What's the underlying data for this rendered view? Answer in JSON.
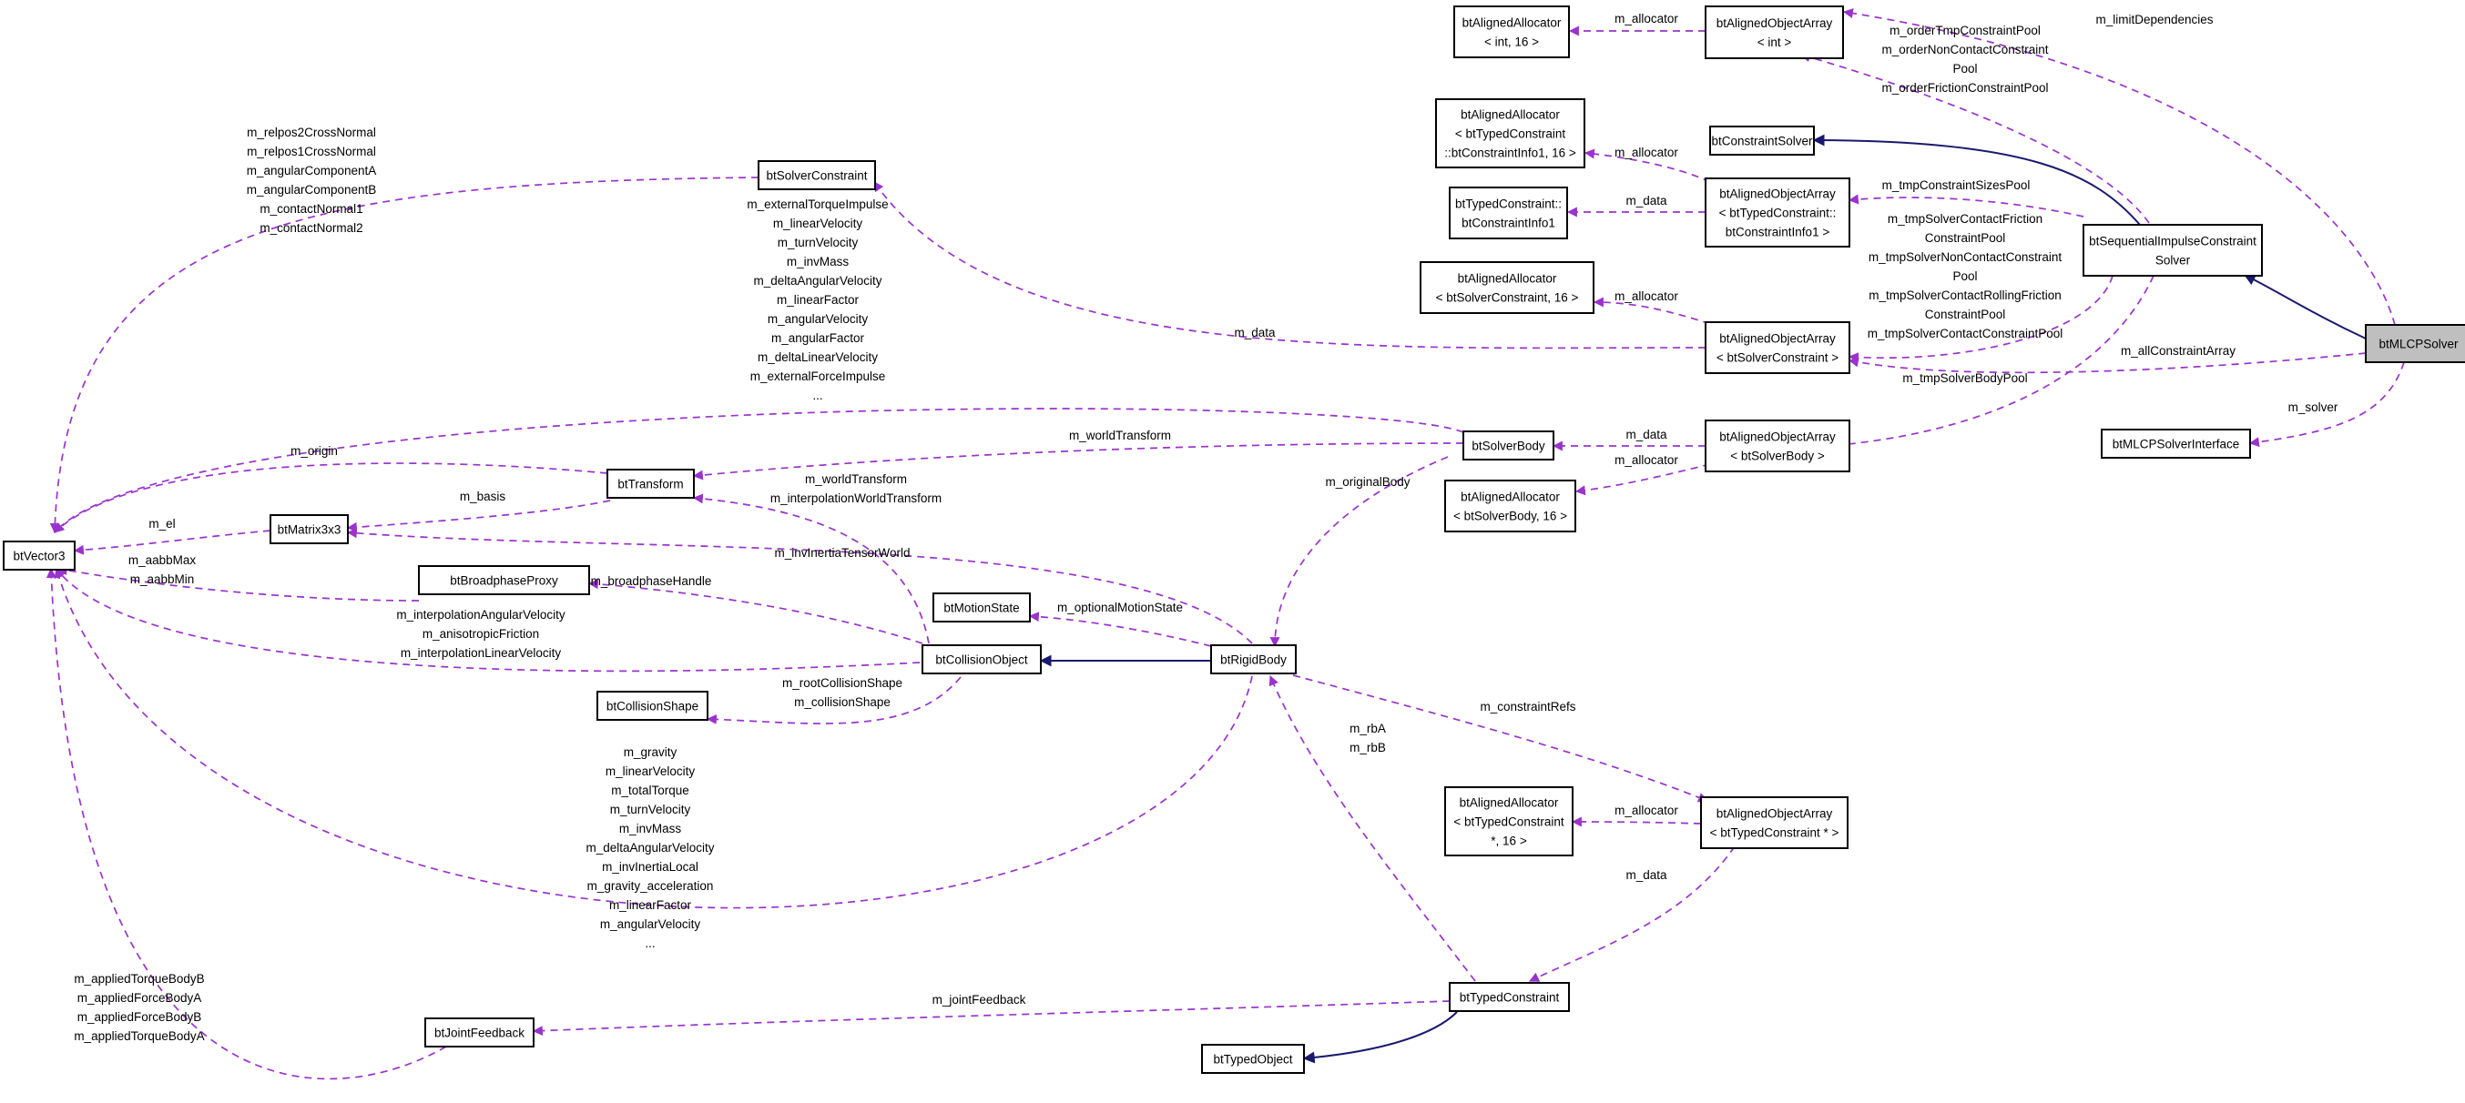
{
  "nodes": [
    {
      "id": "btMLCPSolver",
      "lines": [
        "btMLCPSolver"
      ],
      "focus": true
    },
    {
      "id": "btMLCPSolverInterface",
      "lines": [
        "btMLCPSolverInterface"
      ]
    },
    {
      "id": "btSequentialImpulseConstraintSolver",
      "lines": [
        "btSequentialImpulseConstraint",
        "Solver"
      ]
    },
    {
      "id": "btConstraintSolver",
      "lines": [
        "btConstraintSolver"
      ]
    },
    {
      "id": "btAlignedObjectArray_int",
      "lines": [
        "btAlignedObjectArray",
        "< int >"
      ]
    },
    {
      "id": "btAlignedAllocator_int",
      "lines": [
        "btAlignedAllocator",
        "< int, 16 >"
      ]
    },
    {
      "id": "btAlignedAllocator_ci1",
      "lines": [
        "btAlignedAllocator",
        "< btTypedConstraint",
        "::btConstraintInfo1, 16 >"
      ]
    },
    {
      "id": "btAlignedObjectArray_ci1",
      "lines": [
        "btAlignedObjectArray",
        "< btTypedConstraint::",
        "btConstraintInfo1 >"
      ]
    },
    {
      "id": "btConstraintInfo1",
      "lines": [
        "btTypedConstraint::",
        "btConstraintInfo1"
      ]
    },
    {
      "id": "btAlignedAllocator_sc",
      "lines": [
        "btAlignedAllocator",
        "< btSolverConstraint, 16 >"
      ]
    },
    {
      "id": "btAlignedObjectArray_sc",
      "lines": [
        "btAlignedObjectArray",
        "< btSolverConstraint >"
      ]
    },
    {
      "id": "btSolverConstraint",
      "lines": [
        "btSolverConstraint"
      ]
    },
    {
      "id": "btAlignedObjectArray_sb",
      "lines": [
        "btAlignedObjectArray",
        "< btSolverBody >"
      ]
    },
    {
      "id": "btAlignedAllocator_sb",
      "lines": [
        "btAlignedAllocator",
        "< btSolverBody, 16 >"
      ]
    },
    {
      "id": "btSolverBody",
      "lines": [
        "btSolverBody"
      ]
    },
    {
      "id": "btTransform",
      "lines": [
        "btTransform"
      ]
    },
    {
      "id": "btMatrix3x3",
      "lines": [
        "btMatrix3x3"
      ]
    },
    {
      "id": "btVector3",
      "lines": [
        "btVector3"
      ]
    },
    {
      "id": "btBroadphaseProxy",
      "lines": [
        "btBroadphaseProxy"
      ]
    },
    {
      "id": "btMotionState",
      "lines": [
        "btMotionState"
      ]
    },
    {
      "id": "btCollisionObject",
      "lines": [
        "btCollisionObject"
      ]
    },
    {
      "id": "btRigidBody",
      "lines": [
        "btRigidBody"
      ]
    },
    {
      "id": "btCollisionShape",
      "lines": [
        "btCollisionShape"
      ]
    },
    {
      "id": "btAlignedAllocator_tc",
      "lines": [
        "btAlignedAllocator",
        "< btTypedConstraint",
        "*, 16 >"
      ]
    },
    {
      "id": "btAlignedObjectArray_tc",
      "lines": [
        "btAlignedObjectArray",
        "< btTypedConstraint * >"
      ]
    },
    {
      "id": "btTypedConstraint",
      "lines": [
        "btTypedConstraint"
      ]
    },
    {
      "id": "btJointFeedback",
      "lines": [
        "btJointFeedback"
      ]
    },
    {
      "id": "btTypedObject",
      "lines": [
        "btTypedObject"
      ]
    }
  ],
  "edge_labels": [
    {
      "id": "lbl-limitDependencies",
      "lines": [
        "m_limitDependencies"
      ]
    },
    {
      "id": "lbl-aoa-int-allocator",
      "lines": [
        "m_allocator"
      ]
    },
    {
      "id": "lbl-pools-int",
      "lines": [
        "m_orderTmpConstraintPool",
        "m_orderNonContactConstraint",
        "Pool",
        "m_orderFrictionConstraintPool"
      ]
    },
    {
      "id": "lbl-aoa-ci1-allocator",
      "lines": [
        "m_allocator"
      ]
    },
    {
      "id": "lbl-aoa-ci1-data",
      "lines": [
        "m_data"
      ]
    },
    {
      "id": "lbl-sizes-pool",
      "lines": [
        "m_tmpConstraintSizesPool"
      ]
    },
    {
      "id": "lbl-aoa-sc-allocator",
      "lines": [
        "m_allocator"
      ]
    },
    {
      "id": "lbl-pools-sc",
      "lines": [
        "m_tmpSolverContactFriction",
        "ConstraintPool",
        "m_tmpSolverNonContactConstraint",
        "Pool",
        "m_tmpSolverContactRollingFriction",
        "ConstraintPool",
        "m_tmpSolverContactConstraintPool"
      ]
    },
    {
      "id": "lbl-allConstraintArray",
      "lines": [
        "m_allConstraintArray"
      ]
    },
    {
      "id": "lbl-bodyPool",
      "lines": [
        "m_tmpSolverBodyPool"
      ]
    },
    {
      "id": "lbl-solver",
      "lines": [
        "m_solver"
      ]
    },
    {
      "id": "lbl-aoa-sc-data",
      "lines": [
        "m_data"
      ]
    },
    {
      "id": "lbl-sc-vectors",
      "lines": [
        "m_relpos2CrossNormal",
        "m_relpos1CrossNormal",
        "m_angularComponentA",
        "m_angularComponentB",
        "m_contactNormal1",
        "m_contactNormal2"
      ]
    },
    {
      "id": "lbl-sb-vectors",
      "lines": [
        "m_externalTorqueImpulse",
        "m_linearVelocity",
        "m_turnVelocity",
        "m_invMass",
        "m_deltaAngularVelocity",
        "m_linearFactor",
        "m_angularVelocity",
        "m_angularFactor",
        "m_deltaLinearVelocity",
        "m_externalForceImpulse",
        "..."
      ]
    },
    {
      "id": "lbl-aoa-sb-data",
      "lines": [
        "m_data"
      ]
    },
    {
      "id": "lbl-aoa-sb-allocator",
      "lines": [
        "m_allocator"
      ]
    },
    {
      "id": "lbl-sb-worldTransform",
      "lines": [
        "m_worldTransform"
      ]
    },
    {
      "id": "lbl-originalBody",
      "lines": [
        "m_originalBody"
      ]
    },
    {
      "id": "lbl-origin",
      "lines": [
        "m_origin"
      ]
    },
    {
      "id": "lbl-basis",
      "lines": [
        "m_basis"
      ]
    },
    {
      "id": "lbl-el",
      "lines": [
        "m_el"
      ]
    },
    {
      "id": "lbl-co-transforms",
      "lines": [
        "m_worldTransform",
        "m_interpolationWorldTransform"
      ]
    },
    {
      "id": "lbl-invInertiaTensorWorld",
      "lines": [
        "m_invInertiaTensorWorld"
      ]
    },
    {
      "id": "lbl-aabb",
      "lines": [
        "m_aabbMax",
        "m_aabbMin"
      ]
    },
    {
      "id": "lbl-broadphaseHandle",
      "lines": [
        "m_broadphaseHandle"
      ]
    },
    {
      "id": "lbl-optionalMotionState",
      "lines": [
        "m_optionalMotionState"
      ]
    },
    {
      "id": "lbl-co-vectors",
      "lines": [
        "m_interpolationAngularVelocity",
        "m_anisotropicFriction",
        "m_interpolationLinearVelocity"
      ]
    },
    {
      "id": "lbl-collisionShape",
      "lines": [
        "m_rootCollisionShape",
        "m_collisionShape"
      ]
    },
    {
      "id": "lbl-constraintRefs",
      "lines": [
        "m_constraintRefs"
      ]
    },
    {
      "id": "lbl-rbAB",
      "lines": [
        "m_rbA",
        "m_rbB"
      ]
    },
    {
      "id": "lbl-rb-vectors",
      "lines": [
        "m_gravity",
        "m_linearVelocity",
        "m_totalTorque",
        "m_turnVelocity",
        "m_invMass",
        "m_deltaAngularVelocity",
        "m_invInertiaLocal",
        "m_gravity_acceleration",
        "m_linearFactor",
        "m_angularVelocity",
        "..."
      ]
    },
    {
      "id": "lbl-aoa-tc-allocator",
      "lines": [
        "m_allocator"
      ]
    },
    {
      "id": "lbl-aoa-tc-data",
      "lines": [
        "m_data"
      ]
    },
    {
      "id": "lbl-jointFeedback",
      "lines": [
        "m_jointFeedback"
      ]
    },
    {
      "id": "lbl-jf-vectors",
      "lines": [
        "m_appliedTorqueBodyB",
        "m_appliedForceBodyA",
        "m_appliedForceBodyB",
        "m_appliedTorqueBodyA"
      ]
    }
  ],
  "colors": {
    "association": "#9a32cd",
    "inheritance": "#191970",
    "focus_fill": "#bfbfbf"
  }
}
